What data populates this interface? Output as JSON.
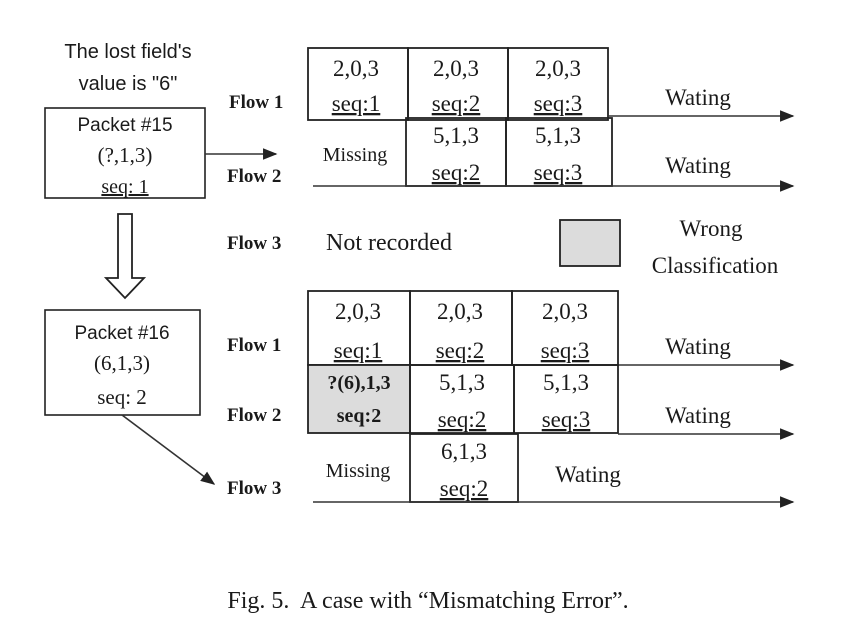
{
  "note": {
    "line1": "The lost field's",
    "line2": "value is \"6\""
  },
  "packet15": {
    "title": "Packet #15",
    "value": "(?,1,3)",
    "seq": "seq: 1"
  },
  "packet16": {
    "title": "Packet #16",
    "value": "(6,1,3)",
    "seq": "seq: 2"
  },
  "legend": {
    "line1": "Wrong",
    "line2": "Classification",
    "swatch_color": "#dcdcdc"
  },
  "top": {
    "flow1": "Flow 1",
    "flow2": "Flow 2",
    "flow3": "Flow 3",
    "missing": "Missing",
    "not_recorded": "Not recorded",
    "waiting1": "Wating",
    "waiting2": "Wating",
    "f1": [
      {
        "val": "2,0,3",
        "seq": "seq:1"
      },
      {
        "val": "2,0,3",
        "seq": "seq:2"
      },
      {
        "val": "2,0,3",
        "seq": "seq:3"
      }
    ],
    "f2": [
      {
        "val": "5,1,3",
        "seq": "seq:2"
      },
      {
        "val": "5,1,3",
        "seq": "seq:3"
      }
    ]
  },
  "bottom": {
    "flow1": "Flow 1",
    "flow2": "Flow 2",
    "flow3": "Flow 3",
    "missing": "Missing",
    "waiting1": "Wating",
    "waiting2": "Wating",
    "waiting3": "Wating",
    "f1": [
      {
        "val": "2,0,3",
        "seq": "seq:1"
      },
      {
        "val": "2,0,3",
        "seq": "seq:2"
      },
      {
        "val": "2,0,3",
        "seq": "seq:3"
      }
    ],
    "f2": [
      {
        "val": "?(6),1,3",
        "seq": "seq:2"
      },
      {
        "val": "5,1,3",
        "seq": "seq:2"
      },
      {
        "val": "5,1,3",
        "seq": "seq:3"
      }
    ],
    "f3": [
      {
        "val": "6,1,3",
        "seq": "seq:2"
      }
    ]
  },
  "caption": "Fig. 5.  A case with “Mismatching Error”."
}
